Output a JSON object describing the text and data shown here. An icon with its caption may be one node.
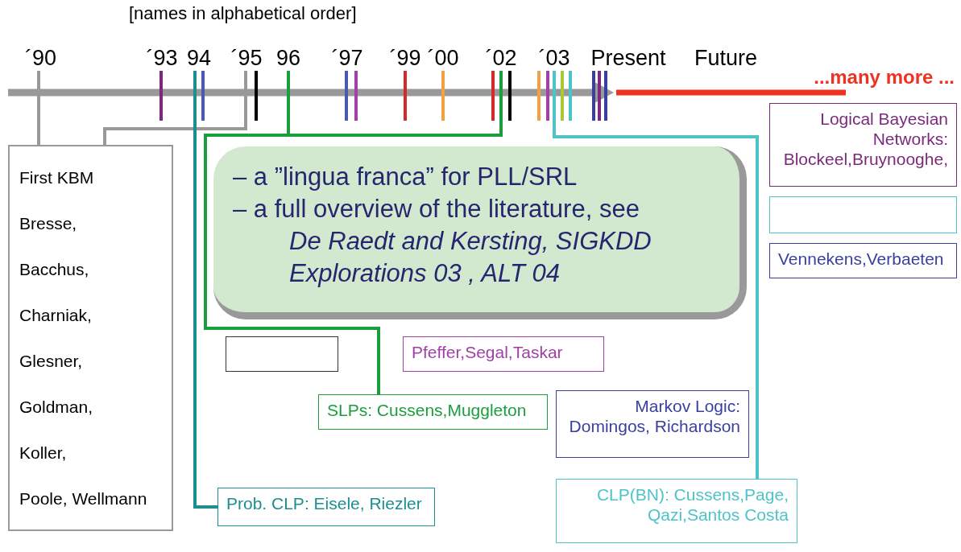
{
  "diagram": {
    "nodes": [
      {
        "text": [
          "´90"
        ]
      },
      {
        "text": [
          "´93"
        ]
      },
      {
        "text": [
          "94"
        ]
      },
      {
        "text": [
          "´95"
        ]
      },
      {
        "text": [
          "96"
        ]
      },
      {
        "text": [
          "´97"
        ]
      },
      {
        "text": [
          "´99"
        ]
      },
      {
        "text": [
          "´00"
        ]
      },
      {
        "text": [
          "´02"
        ]
      },
      {
        "text": [
          "´03"
        ]
      },
      {
        "text": [
          "Present"
        ]
      },
      {
        "text": [
          "First KBM",
          "Bresse,",
          "Bacchus,",
          "Charniak,",
          "Glesner,",
          "Goldman,",
          "Koller,",
          "Poole, Wellmann"
        ]
      },
      {
        "text": [
          "Logical Bayesian Networks: Blockeel,Bruynooghe,"
        ]
      },
      {
        "text": [],
        "shape": "box"
      },
      {
        "text": [],
        "shape": "box"
      },
      {
        "text": [
          "Pfeffer,Segal,Taskar"
        ]
      },
      {
        "text": [
          "Vennekens,Verbaeten"
        ]
      },
      {
        "text": [
          "Markov Logic: Domingos, Richardson"
        ]
      },
      {
        "text": [
          "SLPs: Cussens,Muggleton"
        ]
      },
      {
        "text": [
          "Prob. CLP: Eisele, Riezler"
        ]
      },
      {
        "text": [
          "CLP(BN): Cussens,Page, Qazi,Santos Costa"
        ]
      },
      {
        "text": [
          "– a ”lingua franca” for PLL/SRL",
          "– a full overview of the literature, see",
          "De Raedt and Kersting, SIGKDD Explorations 03 , ALT 04"
        ]
      }
    ],
    "edges": [
      {
        "from": 0,
        "to": 11,
        "arrow": "none",
        "color": "#999999"
      },
      {
        "from": 3,
        "to": 11,
        "arrow": "none",
        "color": "#999999"
      },
      {
        "from": 1,
        "to": null,
        "arrow": "none",
        "color": "#7b2a7b"
      },
      {
        "from": 2,
        "to": 19,
        "arrow": "none",
        "color": "#1a8f8f"
      },
      {
        "from": 2,
        "to": null,
        "arrow": "none",
        "color": "#4a5ab0"
      },
      {
        "from": 3,
        "to": null,
        "arrow": "none",
        "color": "#000000"
      },
      {
        "from": 4,
        "to": 18,
        "arrow": "none",
        "color": "#1a9e40"
      },
      {
        "from": 5,
        "to": null,
        "arrow": "none",
        "color": "#4a5ab0"
      },
      {
        "from": 5,
        "to": null,
        "arrow": "none",
        "color": "#a040a8"
      },
      {
        "from": 6,
        "to": null,
        "arrow": "none",
        "color": "#d42a2a"
      },
      {
        "from": 7,
        "to": null,
        "arrow": "none",
        "color": "#f5a040"
      },
      {
        "from": 8,
        "to": null,
        "arrow": "none",
        "color": "#d42a2a"
      },
      {
        "from": 8,
        "to": 18,
        "arrow": "none",
        "color": "#1a9e40"
      },
      {
        "from": 8,
        "to": null,
        "arrow": "none",
        "color": "#000000"
      },
      {
        "from": 9,
        "to": null,
        "arrow": "none",
        "color": "#f5a040"
      },
      {
        "from": 9,
        "to": null,
        "arrow": "none",
        "color": "#a040a8"
      },
      {
        "from": 9,
        "to": 20,
        "arrow": "none",
        "color": "#4fc3c8"
      },
      {
        "from": 9,
        "to": null,
        "arrow": "none",
        "color": "#a8c838"
      },
      {
        "from": 9,
        "to": null,
        "arrow": "none",
        "color": "#4fc3c8"
      },
      {
        "from": 10,
        "to": null,
        "arrow": "none",
        "color": "#3a40a0"
      },
      {
        "from": 10,
        "to": null,
        "arrow": "none",
        "color": "#7b2a7b"
      },
      {
        "from": 10,
        "to": null,
        "arrow": "none",
        "color": "#3a40a0"
      }
    ],
    "labels": [
      "[names in alphabetical order]",
      "Future",
      "...many more ..."
    ]
  }
}
